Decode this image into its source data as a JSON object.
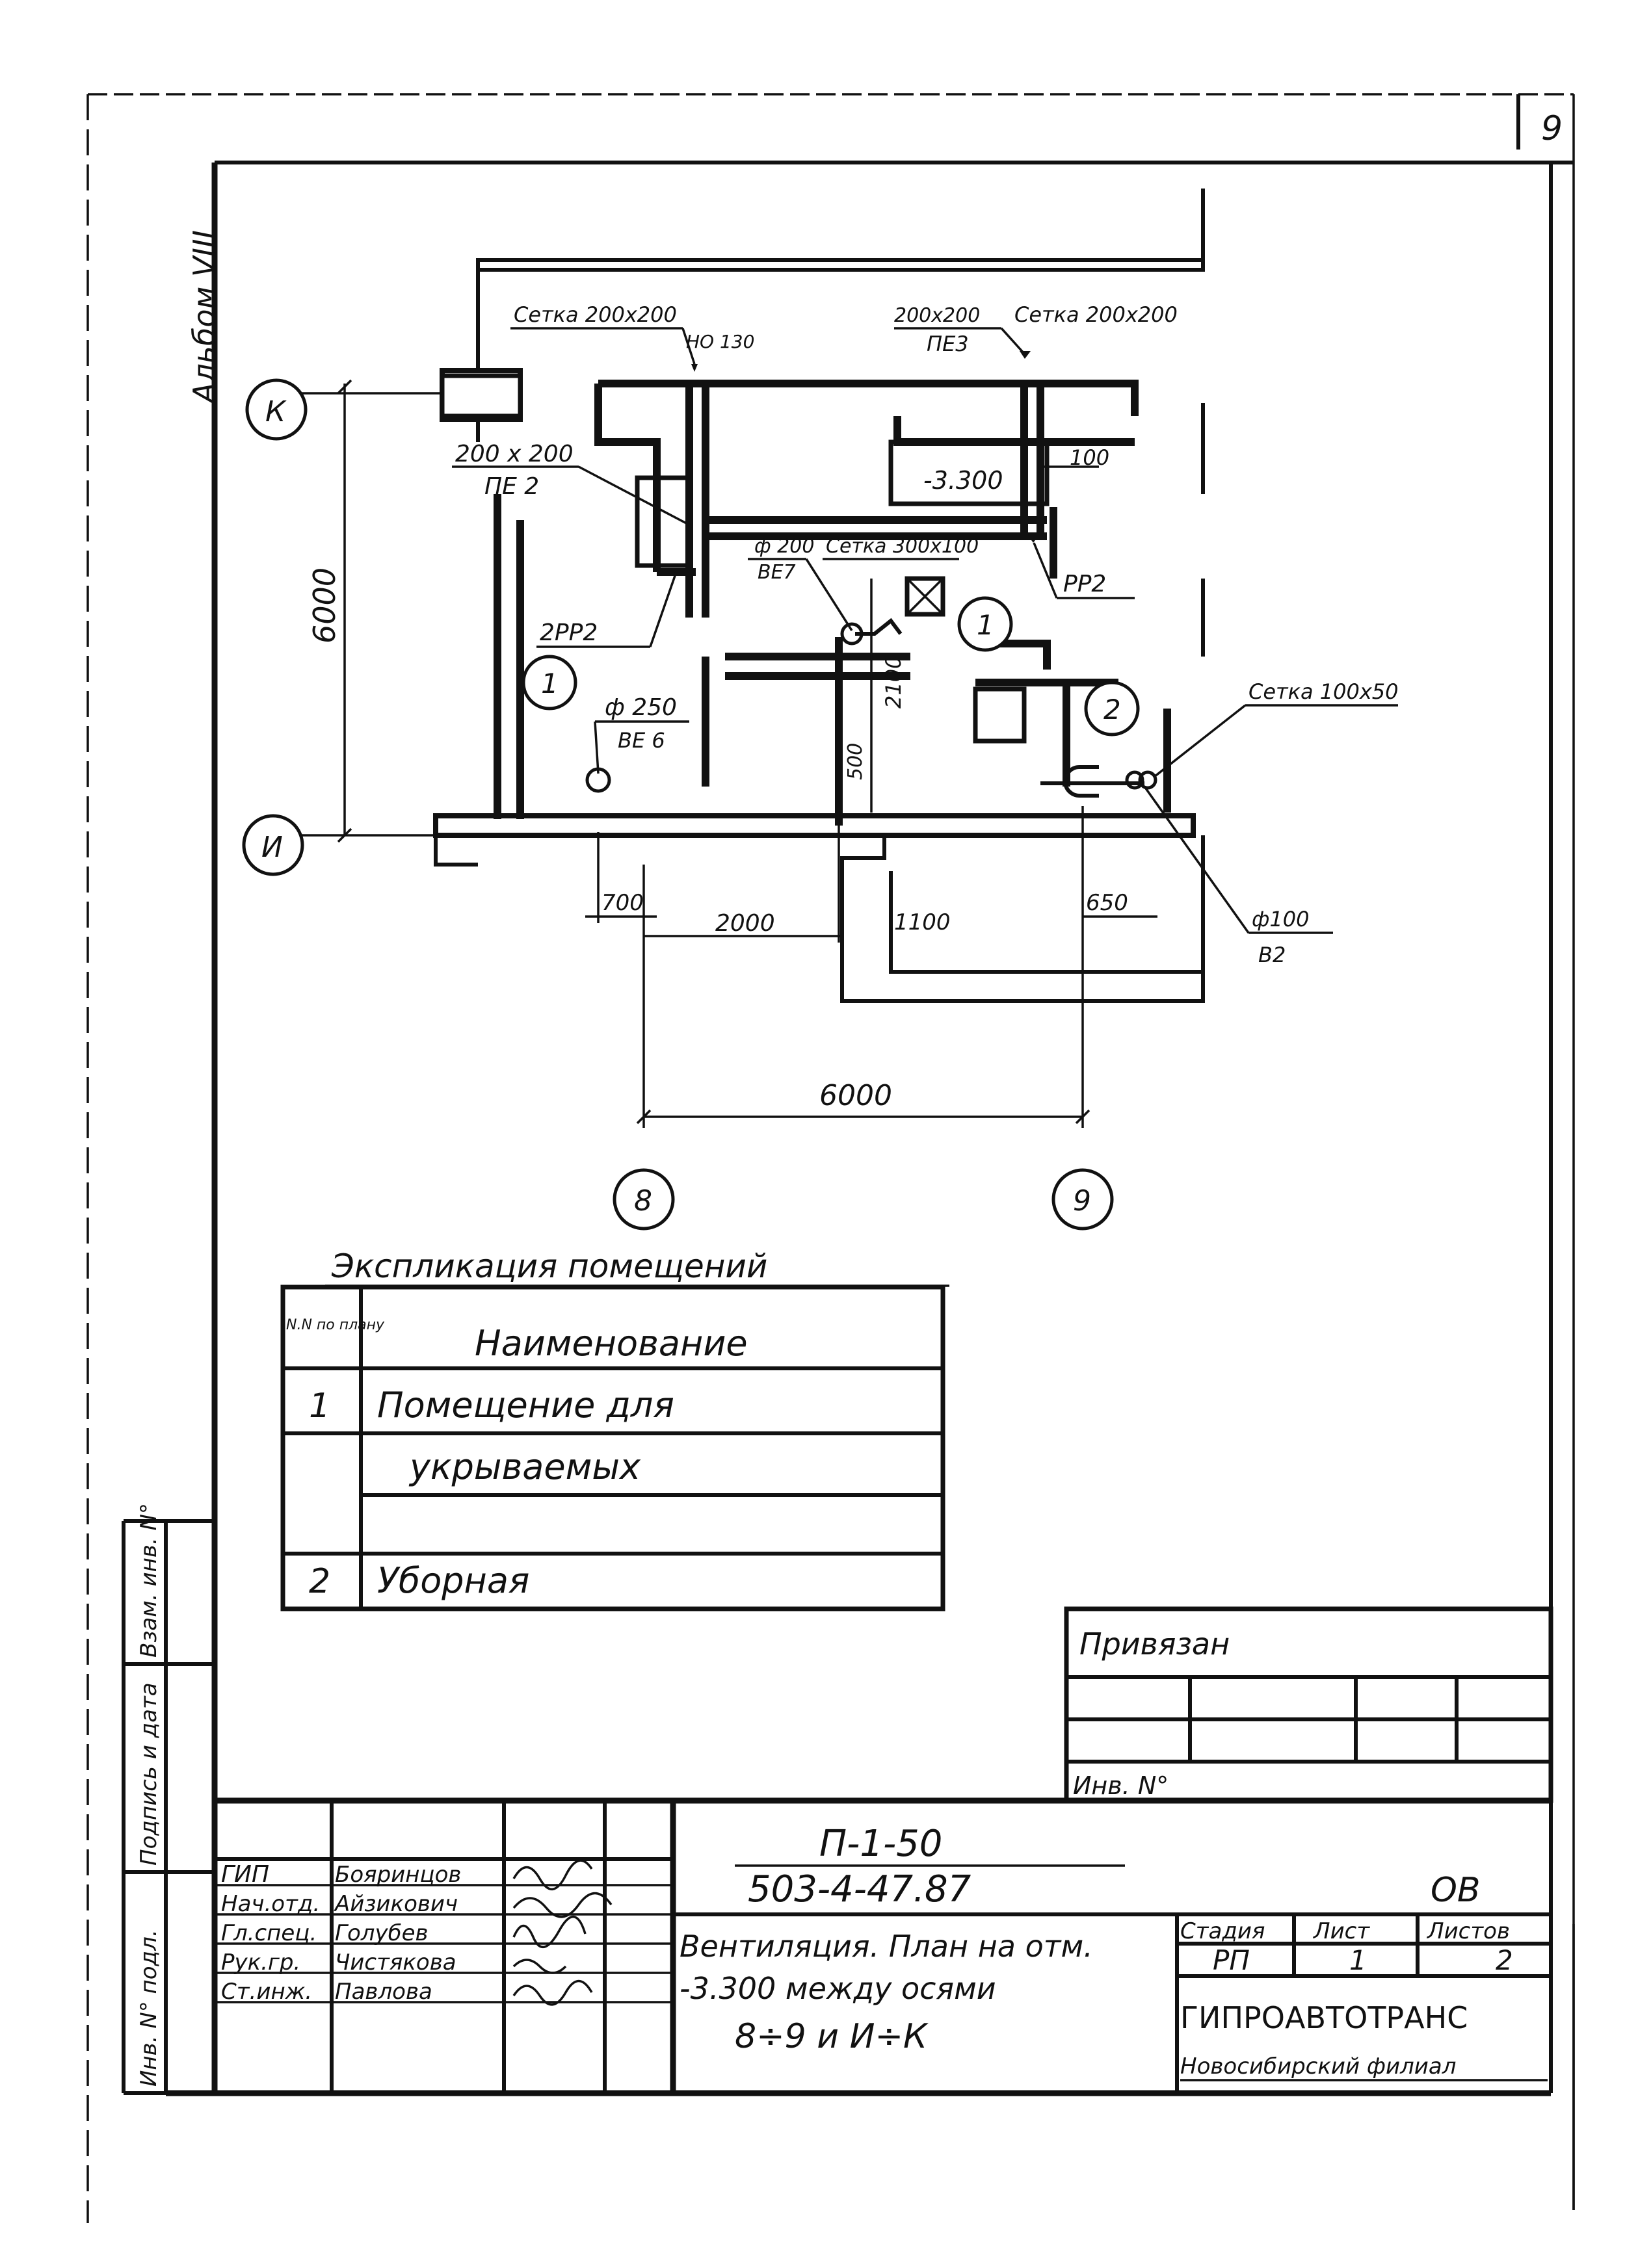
{
  "sheet_number": "9",
  "album": "Альбом VIII",
  "plan": {
    "axes": {
      "k": "К",
      "i": "И",
      "a8": "8",
      "a9": "9"
    },
    "dims": {
      "d6000v": "6000",
      "d700": "700",
      "d2000": "2000",
      "d1100": "1100",
      "d650": "650",
      "d6000h": "6000",
      "d2100": "2100",
      "d500": "500",
      "d100": "100"
    },
    "labels": {
      "grid_tl": "Сетка 200х200",
      "h130": "НО 130",
      "grid_tr_size": "200х200",
      "grid_tr": "Сетка 200х200",
      "pe3": "ПЕ3",
      "duct_pe2_size": "200 х 200",
      "pe2": "ПЕ 2",
      "elev": "-3.300",
      "d200": "ф 200",
      "be7": "ВЕ7",
      "grid_mid": "Сетка 300х100",
      "pp2": "РР2",
      "pp2_left": "2РР2",
      "d250": "ф 250",
      "be6": "ВЕ 6",
      "grid_right": "Сетка 100х50",
      "d100": "ф100",
      "b2": "В2",
      "room1a": "1",
      "room1b": "1",
      "room2": "2"
    }
  },
  "explication": {
    "title": "Экспликация помещений",
    "col_num": "N.N по плану",
    "col_name": "Наименование",
    "rows": [
      {
        "num": "1",
        "name": "Помещение для"
      },
      {
        "num": "",
        "name": "укрываемых"
      },
      {
        "num": "2",
        "name": "Уборная"
      }
    ]
  },
  "binding": {
    "title": "Привязан",
    "inv": "Инв. N°"
  },
  "side_stamp": {
    "inv_orig": "Инв. N° подл.",
    "sign_date": "Подпись и дата",
    "replace_inv": "Взам. инв. N°"
  },
  "title_block": {
    "code1": "П-1-50",
    "code2": "503-4-47.87",
    "section": "ОВ",
    "title_lines": [
      "Вентиляция. План на отм.",
      "-3.300 между осями",
      "8÷9 и И÷К"
    ],
    "stage_label": "Стадия",
    "sheet_label": "Лист",
    "sheets_label": "Листов",
    "stage": "РП",
    "sheet": "1",
    "sheets": "2",
    "org": "ГИПРОАВТОТРАНС",
    "branch": "Новосибирский филиал",
    "staff": [
      {
        "role": "ГИП",
        "name": "Бояринцов"
      },
      {
        "role": "Нач.отд.",
        "name": "Айзикович"
      },
      {
        "role": "Гл.спец.",
        "name": "Голубев"
      },
      {
        "role": "Рук.гр.",
        "name": "Чистякова"
      },
      {
        "role": "Ст.инж.",
        "name": "Павлова"
      }
    ]
  }
}
